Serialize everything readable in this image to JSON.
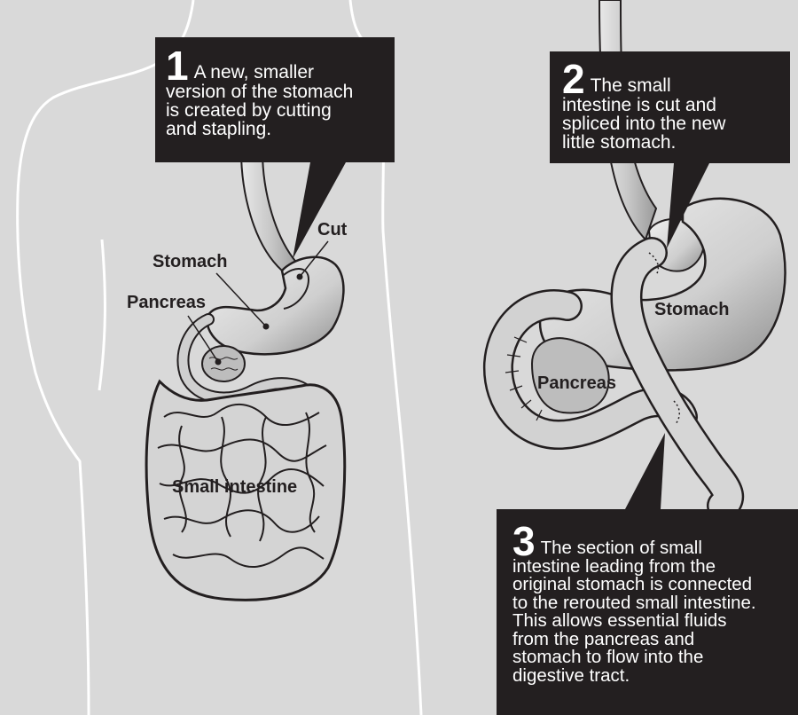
{
  "callouts": [
    {
      "number": "1",
      "lines": [
        "A new, smaller",
        "version of the stomach",
        "is created by cutting",
        "and stapling."
      ]
    },
    {
      "number": "2",
      "lines": [
        "The small",
        "intestine is cut and",
        "spliced into the new",
        "little stomach."
      ]
    },
    {
      "number": "3",
      "lines": [
        "The section of small",
        "intestine leading from the",
        "original stomach is connected",
        "to the rerouted small intestine.",
        "This allows essential fluids",
        "from the pancreas and",
        "stomach to flow into the",
        "digestive tract."
      ]
    }
  ],
  "labels": {
    "cut": "Cut",
    "stomach_left": "Stomach",
    "pancreas_left": "Pancreas",
    "small_intestine": "Small intestine",
    "stomach_right": "Stomach",
    "pancreas_right": "Pancreas"
  },
  "colors": {
    "background": "#d9d9d9",
    "callout_bg": "#231f20",
    "callout_text": "#ffffff",
    "organ_fill": "#cfcfcf",
    "outline": "#231f20"
  }
}
